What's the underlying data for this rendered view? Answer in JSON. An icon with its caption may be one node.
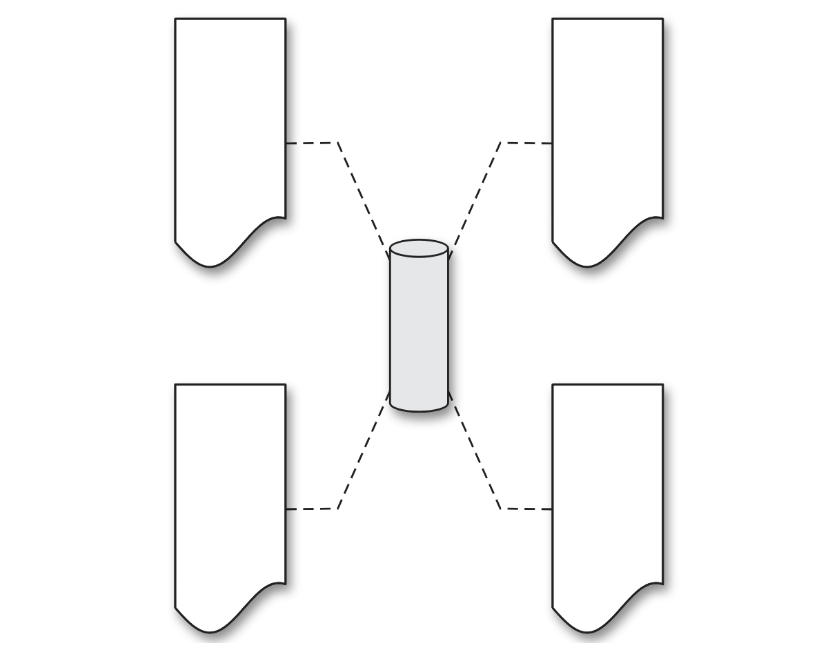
{
  "diagram": {
    "nodes": [
      {
        "text": [],
        "shape": "document"
      },
      {
        "text": [],
        "shape": "document"
      },
      {
        "text": [],
        "shape": "cylinder"
      },
      {
        "text": [],
        "shape": "document"
      },
      {
        "text": [],
        "shape": "document"
      }
    ],
    "edges": [
      {
        "from": 0,
        "to": 2,
        "arrow": "none",
        "style": "dashed"
      },
      {
        "from": 1,
        "to": 2,
        "arrow": "none",
        "style": "dashed"
      },
      {
        "from": 3,
        "to": 2,
        "arrow": "none",
        "style": "dashed"
      },
      {
        "from": 4,
        "to": 2,
        "arrow": "none",
        "style": "dashed"
      }
    ]
  }
}
